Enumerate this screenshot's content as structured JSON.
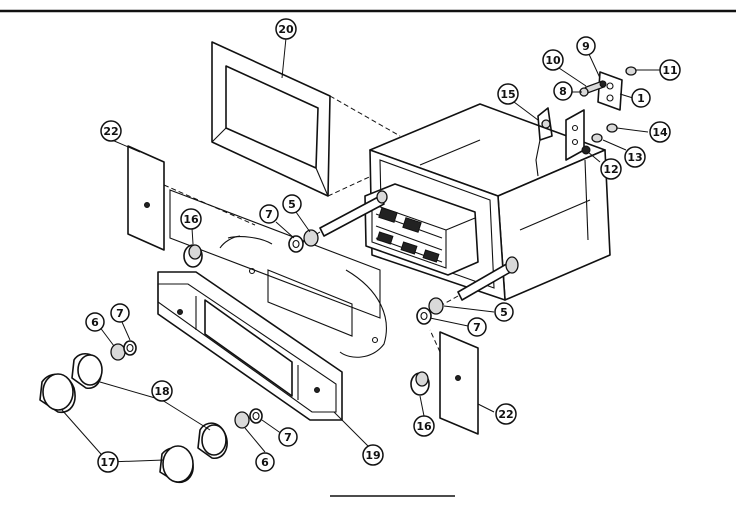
{
  "callouts": {
    "c1": "1",
    "c5a": "5",
    "c5b": "5",
    "c6a": "6",
    "c6b": "6",
    "c7a": "7",
    "c7b": "7",
    "c7c": "7",
    "c7d": "7",
    "c8": "8",
    "c9": "9",
    "c10": "10",
    "c11": "11",
    "c12": "12",
    "c13": "13",
    "c14": "14",
    "c15": "15",
    "c16a": "16",
    "c16b": "16",
    "c17": "17",
    "c18": "18",
    "c19": "19",
    "c20": "20",
    "c22a": "22",
    "c22b": "22"
  }
}
